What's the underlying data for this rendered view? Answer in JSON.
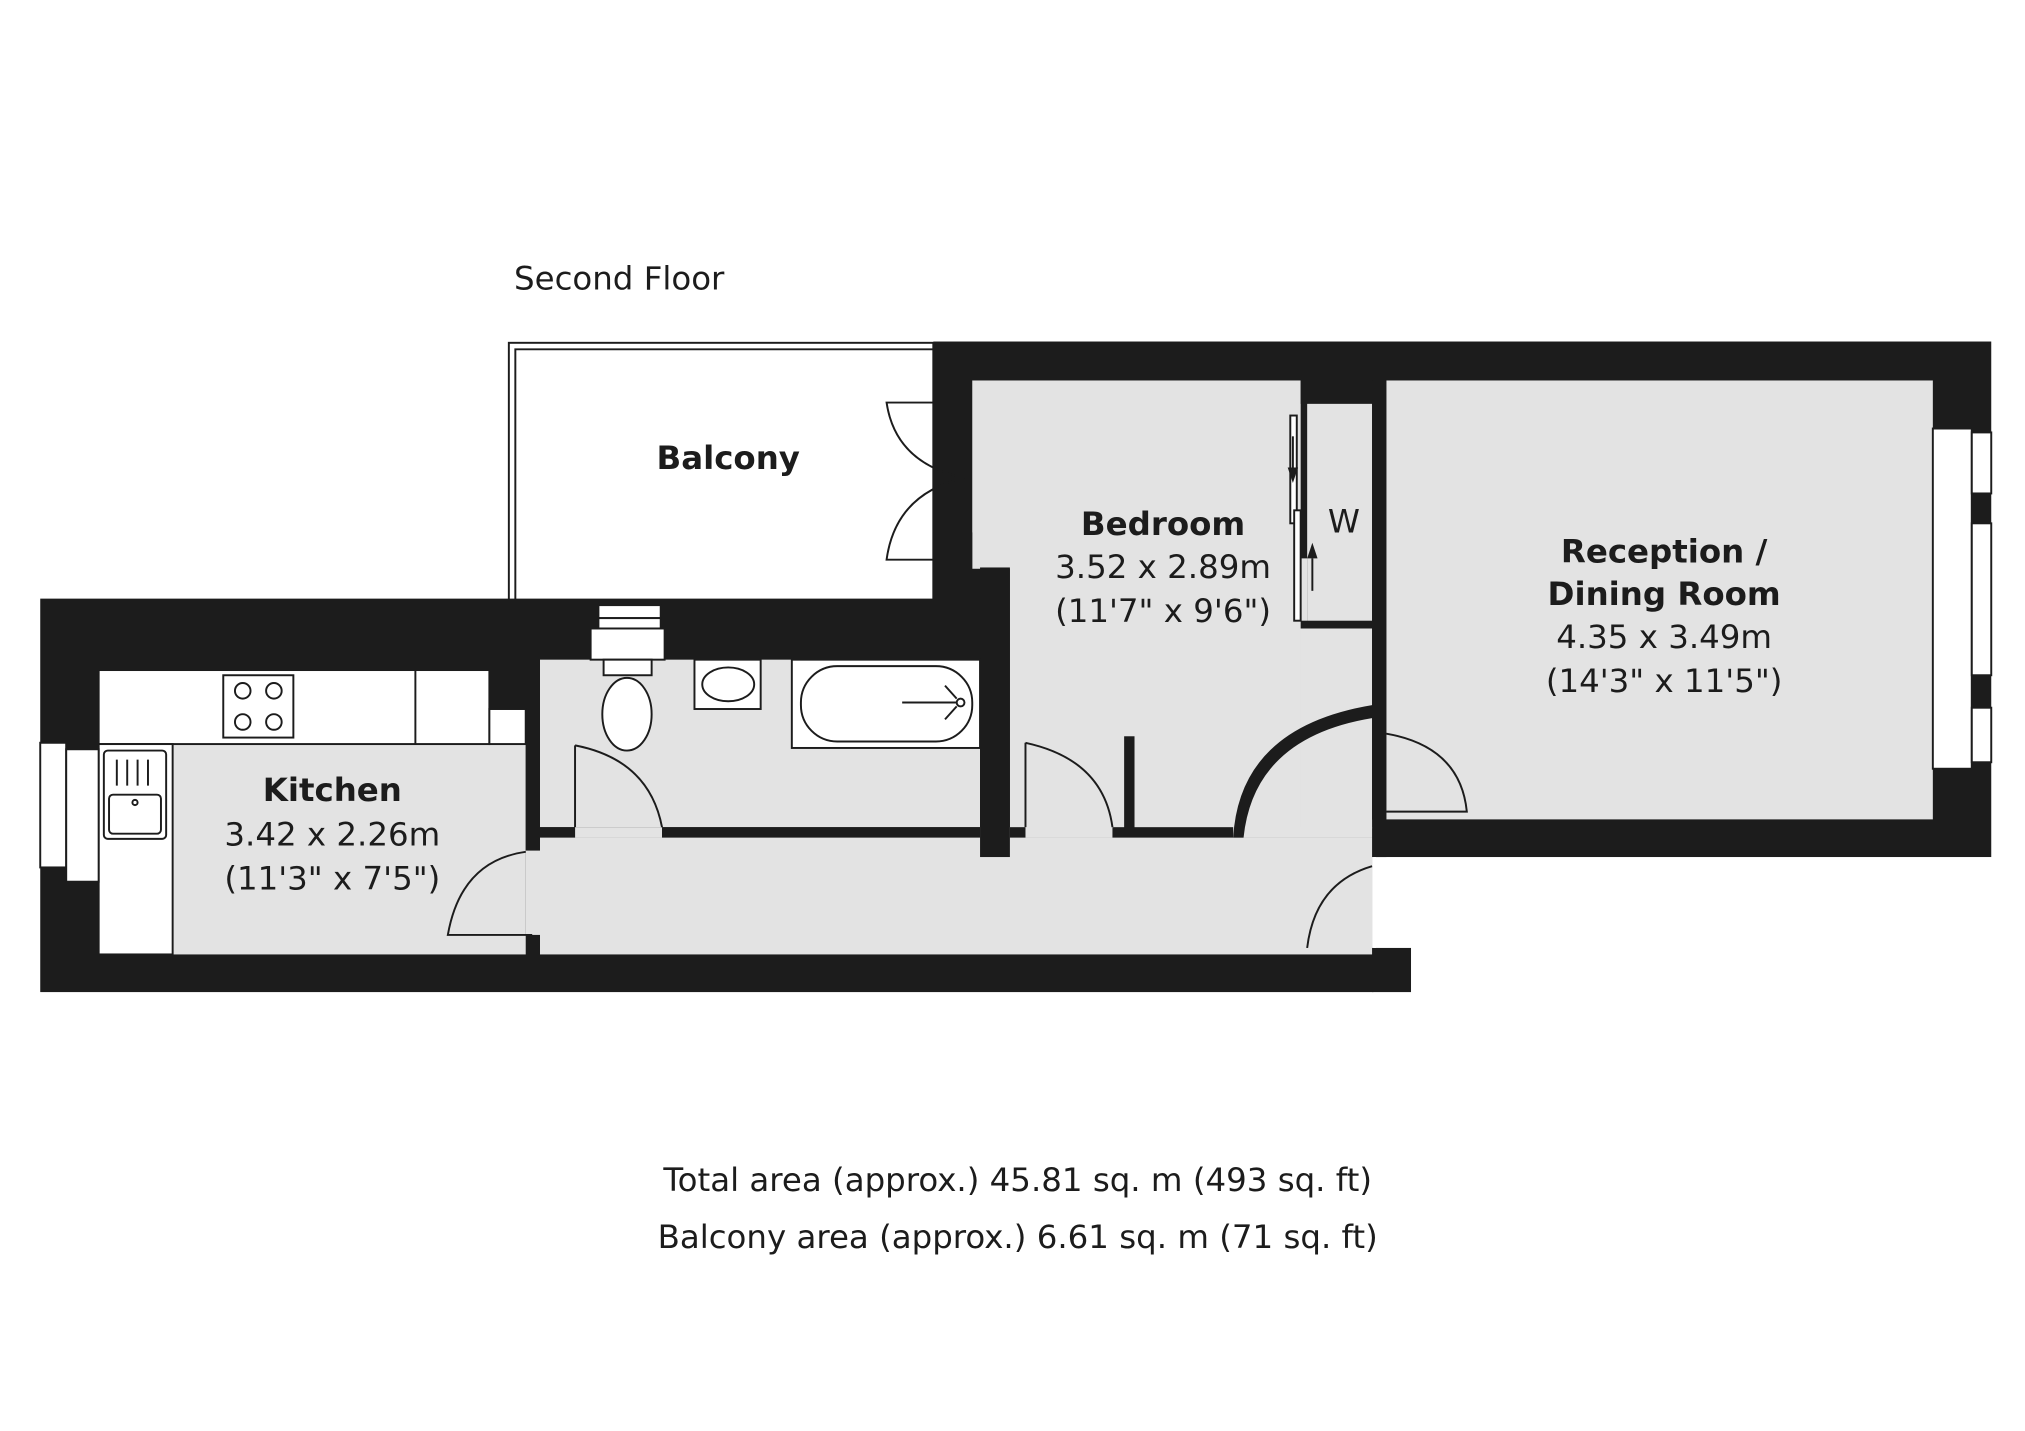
{
  "floor_title": "Second Floor",
  "rooms": {
    "balcony": {
      "name": "Balcony"
    },
    "bedroom": {
      "name": "Bedroom",
      "metric": "3.52 x 2.89m",
      "imperial": "(11'7\" x 9'6\")",
      "wardrobe_label": "W"
    },
    "reception": {
      "name_line1": "Reception /",
      "name_line2": "Dining Room",
      "metric": "4.35 x 3.49m",
      "imperial": "(14'3\" x 11'5\")"
    },
    "kitchen": {
      "name": "Kitchen",
      "metric": "3.42 x 2.26m",
      "imperial": "(11'3\" x 7'5\")"
    }
  },
  "footer": {
    "total_area": "Total area (approx.) 45.81 sq. m (493 sq. ft)",
    "balcony_area": "Balcony area (approx.) 6.61 sq. m (71 sq. ft)"
  },
  "colors": {
    "wall": "#1c1c1c",
    "floor": "#e3e3e3"
  }
}
